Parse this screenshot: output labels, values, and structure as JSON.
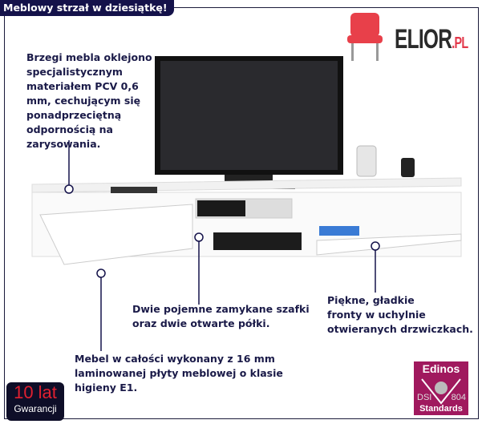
{
  "header": {
    "title": "Meblowy strzał w dziesiątkę!"
  },
  "logo": {
    "name": "ELIOR",
    "suffix": ".PL"
  },
  "callouts": {
    "edges": [
      "Brzegi mebla oklejono",
      "specjalistycznym",
      "materiałem PCV 0,6",
      "mm, cechującym się",
      "ponadprzeciętną",
      "odpornością na",
      "zarysowania."
    ],
    "cabinets": [
      "Dwie pojemne zamykane szafki",
      "oraz dwie otwarte półki."
    ],
    "fronts": [
      "Piękne, gładkie",
      "fronty w uchylnie",
      "otwieranych drzwiczkach."
    ],
    "material": [
      "Mebel w całości wykonany z 16 mm",
      "laminowanej płyty meblowej o klasie",
      "higieny E1."
    ]
  },
  "warranty": {
    "years": "10 lat",
    "label": "Gwarancji"
  },
  "certificate": {
    "brand": "Edinos",
    "left": "DSI",
    "right": "804",
    "label": "Standards"
  },
  "colors": {
    "navy": "#14124a",
    "accent": "#a0195e"
  }
}
